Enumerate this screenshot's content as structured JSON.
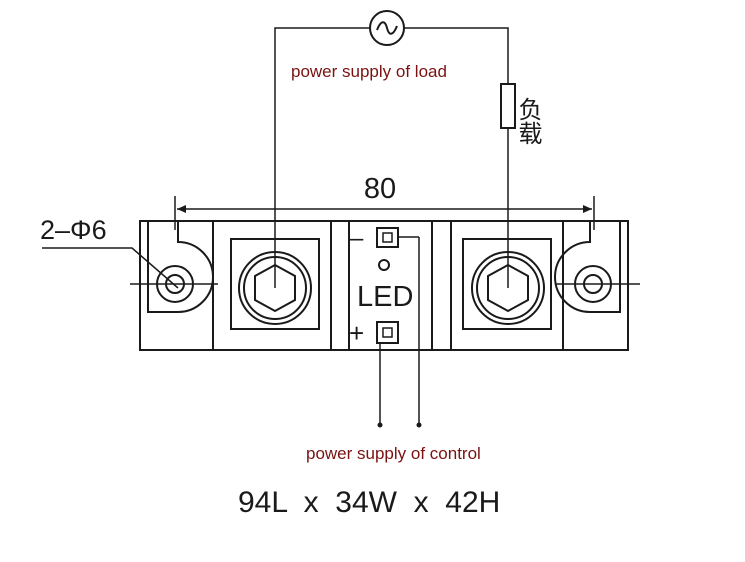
{
  "labels": {
    "load_supply": "power supply of load",
    "load": "负载",
    "width_dim": "80",
    "holes": "2–Φ6",
    "minus": "–",
    "plus": "+",
    "led": "LED",
    "control_supply": "power supply of control",
    "size": "94L  x  34W  x  42H"
  },
  "icons": {
    "ac_source": "ac-source-icon",
    "load": "resistor-icon",
    "terminal": "hex-screw-terminal-icon"
  },
  "colors": {
    "line": "#1a1a1a",
    "caption_red": "#7a1212"
  }
}
